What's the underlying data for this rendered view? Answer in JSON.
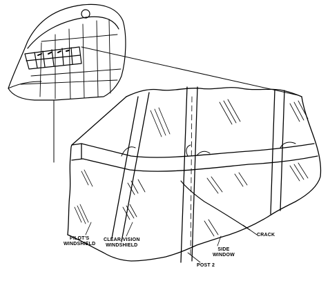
{
  "labels": {
    "pilots_windshield": [
      "PILOT'S",
      "WINDSHIELD"
    ],
    "clear_vision_windshield": [
      "CLEAR-VISION",
      "WINDSHIELD"
    ],
    "post": "POST 2",
    "crack": "CRACK",
    "side_window": [
      "SIDE",
      "WINDOW"
    ]
  }
}
